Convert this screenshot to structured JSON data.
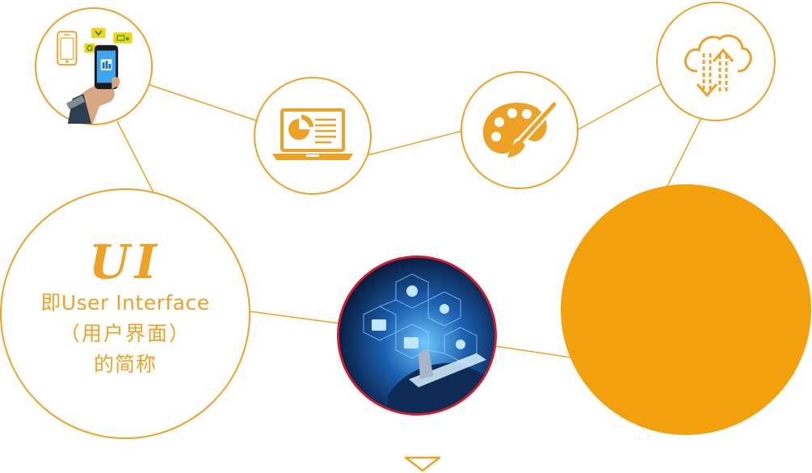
{
  "colors": {
    "accent": "#eda225",
    "filled_circle": "#f2a00c",
    "photo_border": "#d01f2a",
    "photo_bg": "#0a1a3c",
    "photo_glow": "#3aa6ff"
  },
  "ui_circle": {
    "mark": "UI",
    "line1": "即User Interface",
    "line2": "（用户界面）",
    "line3": "的简称"
  },
  "icons": {
    "mobile": "mobile-app-hand-icon",
    "laptop": "laptop-pie-chart-icon",
    "palette": "palette-brush-icon",
    "cloud": "cloud-sync-icon",
    "photo": "technology-network-photo",
    "arrow": "down-arrow-icon"
  }
}
